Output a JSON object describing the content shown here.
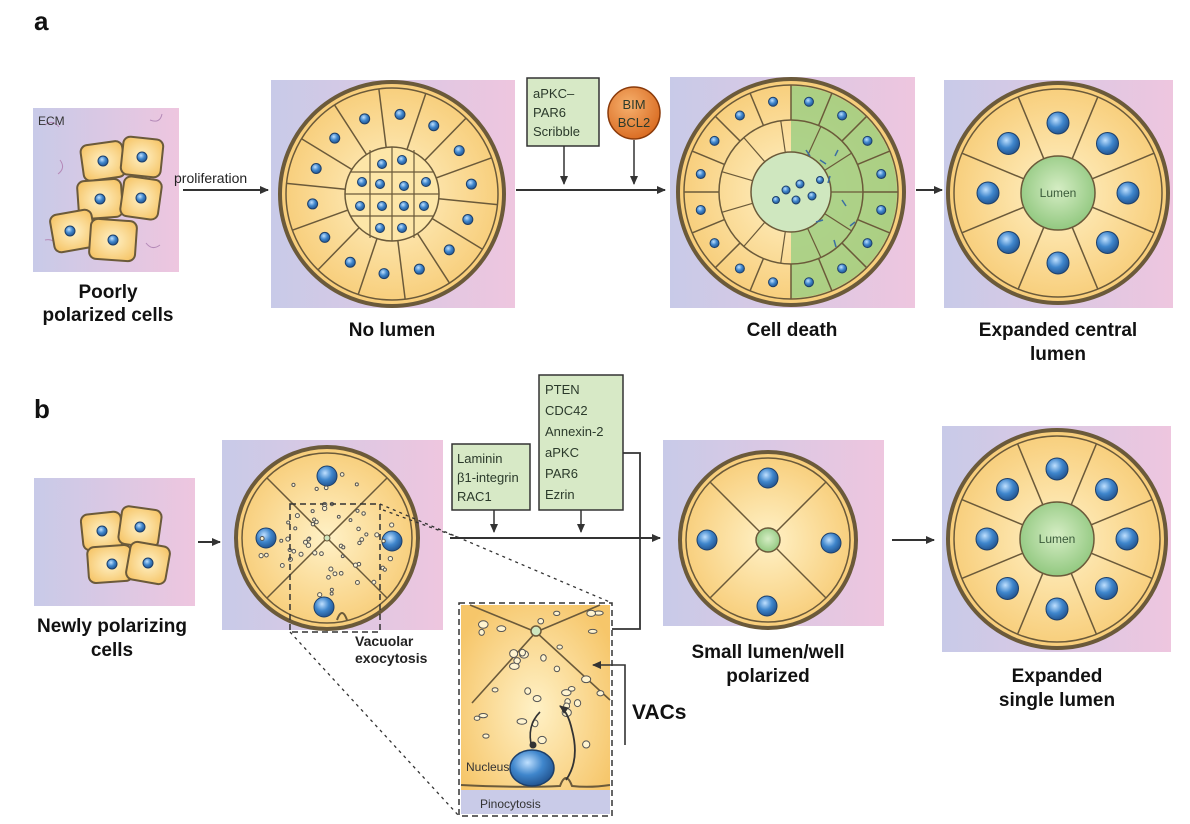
{
  "panels": {
    "a": {
      "letter": "a",
      "ecm_label": "ECM",
      "proliferation_label": "proliferation",
      "caption_poorly_line1": "Poorly",
      "caption_poorly_line2": "polarized cells",
      "caption_no_lumen": "No lumen",
      "caption_cell_death": "Cell death",
      "caption_expanded_line1": "Expanded central",
      "caption_expanded_line2": "lumen",
      "lumen_label": "Lumen",
      "green_box": [
        "aPKC–",
        "PAR6",
        "Scribble"
      ],
      "orange_circle": [
        "BIM",
        "BCL2"
      ]
    },
    "b": {
      "letter": "b",
      "caption_newly_line1": "Newly polarizing",
      "caption_newly_line2": "cells",
      "caption_vacuolar_line1": "Vacuolar",
      "caption_vacuolar_line2": "exocytosis",
      "caption_small_line1": "Small lumen/well",
      "caption_small_line2": "polarized",
      "caption_expanded_line1": "Expanded",
      "caption_expanded_line2": "single lumen",
      "lumen_label": "Lumen",
      "vacs_label": "VACs",
      "nucleus_label": "Nucleus",
      "pinocytosis_label": "Pinocytosis",
      "green_box_left": [
        "Laminin",
        "β1-integrin",
        "RAC1"
      ],
      "green_box_right": [
        "PTEN",
        "CDC42",
        "Annexin-2",
        "aPKC",
        "PAR6",
        "Ezrin"
      ]
    }
  },
  "colors": {
    "ecm_blue": "#c9cbe8",
    "ecm_pink": "#ecc6e0",
    "cell_fill": "#fbd98a",
    "cell_edge": "#6b5a3a",
    "nucleus": "#3b7fc4",
    "lumen": "#a9d68f",
    "box_green": "#d6e8c4",
    "orange": "#e98a3c"
  }
}
